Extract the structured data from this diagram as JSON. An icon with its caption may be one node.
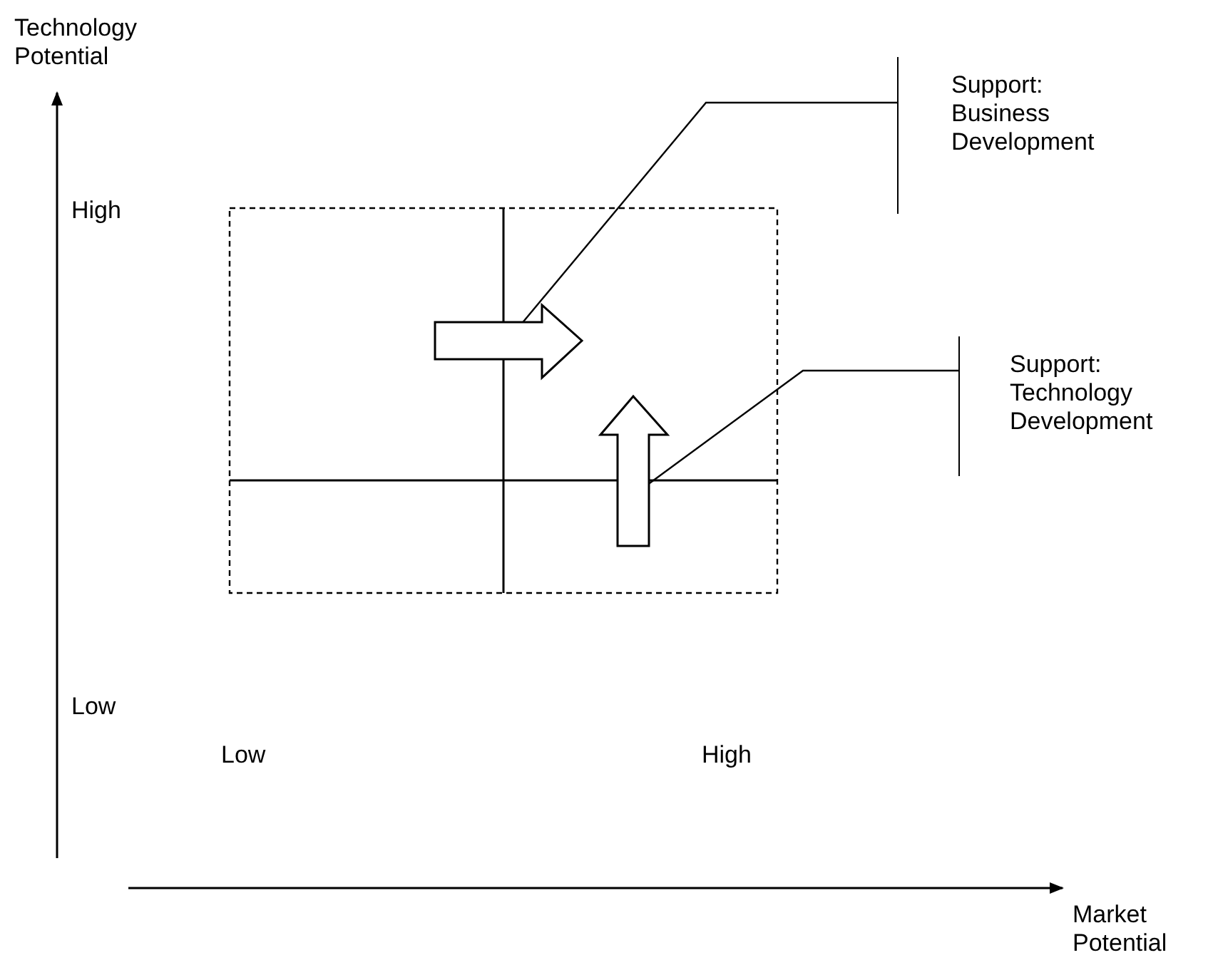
{
  "diagram": {
    "nodes": [
      {
        "text": [
          "Support: Business Development"
        ]
      },
      {
        "text": [
          "Support: Technology Development"
        ]
      },
      {
        "text": [],
        "shape": "arrow"
      },
      {
        "text": [],
        "shape": "arrow"
      }
    ],
    "edges": [
      {
        "from": 0,
        "to": 2,
        "arrow": "none"
      },
      {
        "from": 1,
        "to": 3,
        "arrow": "none"
      }
    ],
    "labels": [
      "Technology Potential",
      "High",
      "Low",
      "Low",
      "High",
      "Market Potential"
    ]
  }
}
